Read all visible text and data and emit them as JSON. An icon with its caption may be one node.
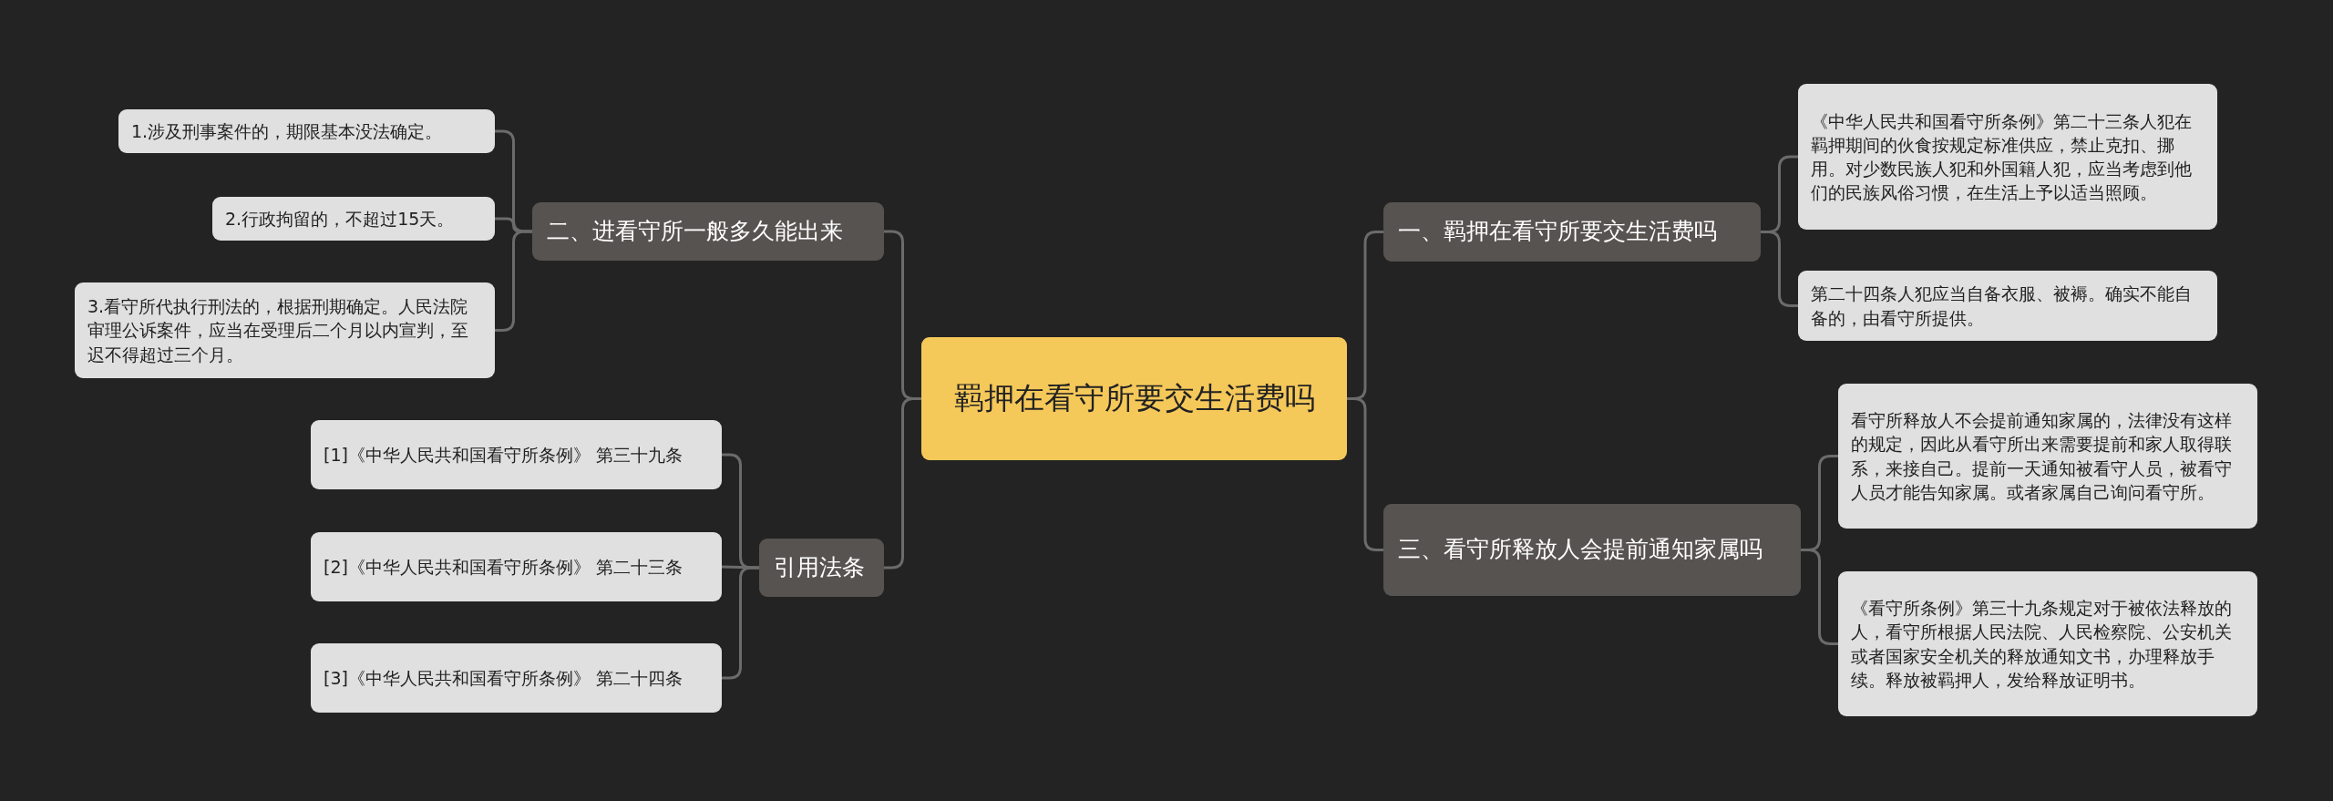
{
  "diagram": {
    "nodes": [
      {
        "text": [
          "羁押在看守所要交生活费吗"
        ]
      },
      {
        "text": [
          "一、羁押在看守所要交生活费吗"
        ]
      },
      {
        "text": [
          "《中华人民共和国看守所条例》第二十三条人犯在羁押期间的伙食按规定标准供应，禁止克扣、挪用。对少数民族人犯和外国籍人犯，应当考虑到他们的民族风俗习惯，在生活上予以适当照顾。"
        ]
      },
      {
        "text": [
          "第二十四条人犯应当自备衣服、被褥。确实不能自备的，由看守所提供。"
        ]
      },
      {
        "text": [
          "二、进看守所一般多久能出来"
        ]
      },
      {
        "text": [
          "1.涉及刑事案件的，期限基本没法确定。"
        ]
      },
      {
        "text": [
          "2.行政拘留的，不超过15天。"
        ]
      },
      {
        "text": [
          "3.看守所代执行刑法的，根据刑期确定。人民法院审理公诉案件，应当在受理后二个月以内宣判，至迟不得超过三个月。"
        ]
      },
      {
        "text": [
          "三、看守所释放人会提前通知家属吗"
        ]
      },
      {
        "text": [
          "看守所释放人不会提前通知家属的，法律没有这样的规定，因此从看守所出来需要提前和家人取得联系，来接自己。提前一天通知被看守人员，被看守人员才能告知家属。或者家属自己询问看守所。"
        ]
      },
      {
        "text": [
          "《看守所条例》第三十九条规定对于被依法释放的人，看守所根据人民法院、人民检察院、公安机关或者国家安全机关的释放通知文书，办理释放手续。释放被羁押人，发给释放证明书。"
        ]
      },
      {
        "text": [
          "引用法条"
        ]
      },
      {
        "text": [
          "[1]《中华人民共和国看守所条例》 第三十九条"
        ]
      },
      {
        "text": [
          "[2]《中华人民共和国看守所条例》 第二十三条"
        ]
      },
      {
        "text": [
          "[3]《中华人民共和国看守所条例》 第二十四条"
        ]
      }
    ],
    "edges": [
      {
        "from": 0,
        "to": 1,
        "arrow": "none"
      },
      {
        "from": 1,
        "to": 2,
        "arrow": "none"
      },
      {
        "from": 1,
        "to": 3,
        "arrow": "none"
      },
      {
        "from": 0,
        "to": 4,
        "arrow": "none"
      },
      {
        "from": 4,
        "to": 5,
        "arrow": "none"
      },
      {
        "from": 4,
        "to": 6,
        "arrow": "none"
      },
      {
        "from": 4,
        "to": 7,
        "arrow": "none"
      },
      {
        "from": 0,
        "to": 8,
        "arrow": "none"
      },
      {
        "from": 8,
        "to": 9,
        "arrow": "none"
      },
      {
        "from": 8,
        "to": 10,
        "arrow": "none"
      },
      {
        "from": 0,
        "to": 11,
        "arrow": "none"
      },
      {
        "from": 11,
        "to": 12,
        "arrow": "none"
      },
      {
        "from": 11,
        "to": 13,
        "arrow": "none"
      },
      {
        "from": 11,
        "to": 14,
        "arrow": "none"
      }
    ]
  }
}
